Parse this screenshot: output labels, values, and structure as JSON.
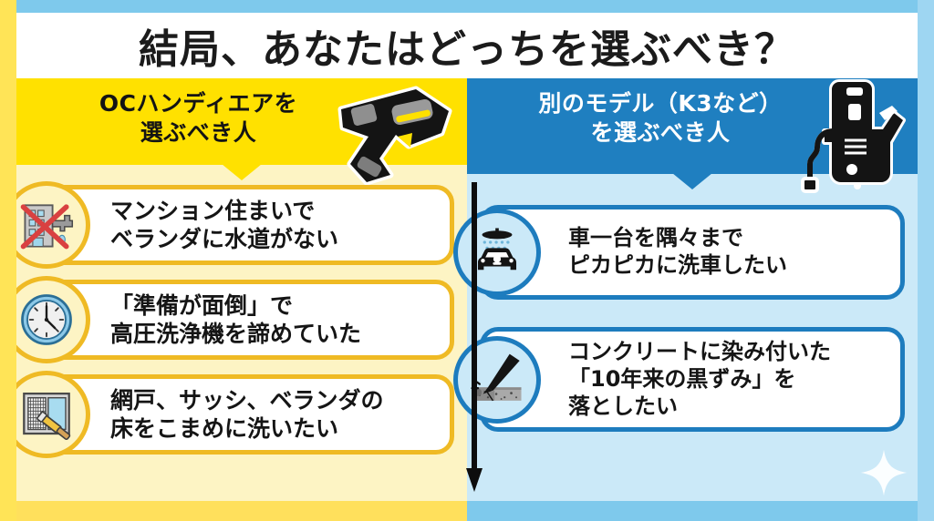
{
  "title": "結局、あなたはどっちを選ぶべき？",
  "columns": {
    "left": {
      "heading": "OCハンディエアを\n選ぶべき人",
      "accent": "#ffe100",
      "border_color": "#efba24",
      "panel_bg": "#fdf4c4",
      "header_icon": "cordless-pressure-washer-gun-icon",
      "items": [
        {
          "icon": "apartment-no-faucet-icon",
          "text": "マンション住まいで\nベランダに水道がない"
        },
        {
          "icon": "clock-icon",
          "text": "「準備が面倒」で\n高圧洗浄機を諦めていた"
        },
        {
          "icon": "window-screen-brush-icon",
          "text": "網戸、サッシ、ベランダの\n床をこまめに洗いたい"
        }
      ]
    },
    "right": {
      "heading": "別のモデル（K3など）\nを選ぶべき人",
      "accent": "#1f7fc0",
      "border_color": "#1d7cbe",
      "panel_bg": "#cbe9f8",
      "header_icon": "pressure-washer-machine-icon",
      "items": [
        {
          "icon": "car-wash-icon",
          "text": "車一台を隅々まで\nピカピカに洗車したい"
        },
        {
          "icon": "concrete-nozzle-icon",
          "text": "コンクリートに染み付いた\n「10年来の黒ずみ」を\n落としたい"
        }
      ]
    }
  },
  "decorations": {
    "center_arrow": "down-arrow-icon",
    "sparkle": "sparkle-icon"
  },
  "theme": {
    "background": "#8fd0ef",
    "title_bar_bg": "#ffffff",
    "title_color": "#1b1b1b",
    "frame_left": "#ffe457",
    "frame_right": "#9ed6f2"
  }
}
